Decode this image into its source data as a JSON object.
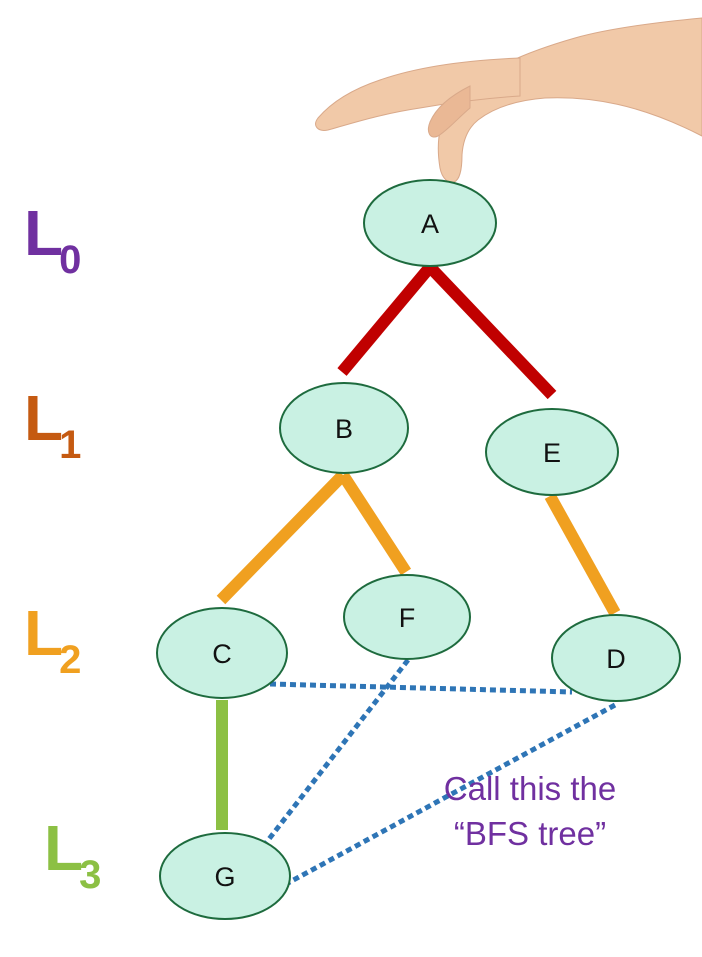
{
  "colors": {
    "node_fill": "#c9f1e3",
    "node_stroke": "#1e6b3e",
    "level0_edge": "#c00000",
    "level1_edge": "#f0a020",
    "level2_edge": "#8cc044",
    "non_tree_edge": "#2e75b6",
    "caption": "#7030a0",
    "skin": "#f1c9a8"
  },
  "levels": [
    {
      "letter": "L",
      "sub": "0",
      "color": "#7030a0"
    },
    {
      "letter": "L",
      "sub": "1",
      "color": "#c55a11"
    },
    {
      "letter": "L",
      "sub": "2",
      "color": "#f0a020"
    },
    {
      "letter": "L",
      "sub": "3",
      "color": "#8cc044"
    }
  ],
  "nodes": [
    {
      "id": "A",
      "label": "A"
    },
    {
      "id": "B",
      "label": "B"
    },
    {
      "id": "E",
      "label": "E"
    },
    {
      "id": "C",
      "label": "C"
    },
    {
      "id": "F",
      "label": "F"
    },
    {
      "id": "D",
      "label": "D"
    },
    {
      "id": "G",
      "label": "G"
    }
  ],
  "tree_edges": [
    {
      "from": "A",
      "to": "B",
      "level": 0
    },
    {
      "from": "A",
      "to": "E",
      "level": 0
    },
    {
      "from": "B",
      "to": "C",
      "level": 1
    },
    {
      "from": "B",
      "to": "F",
      "level": 1
    },
    {
      "from": "E",
      "to": "D",
      "level": 1
    },
    {
      "from": "C",
      "to": "G",
      "level": 2
    }
  ],
  "non_tree_edges": [
    {
      "from": "C",
      "to": "D"
    },
    {
      "from": "F",
      "to": "G"
    },
    {
      "from": "D",
      "to": "G"
    }
  ],
  "caption": {
    "line1": "Call this the",
    "line2": "“BFS tree”"
  }
}
